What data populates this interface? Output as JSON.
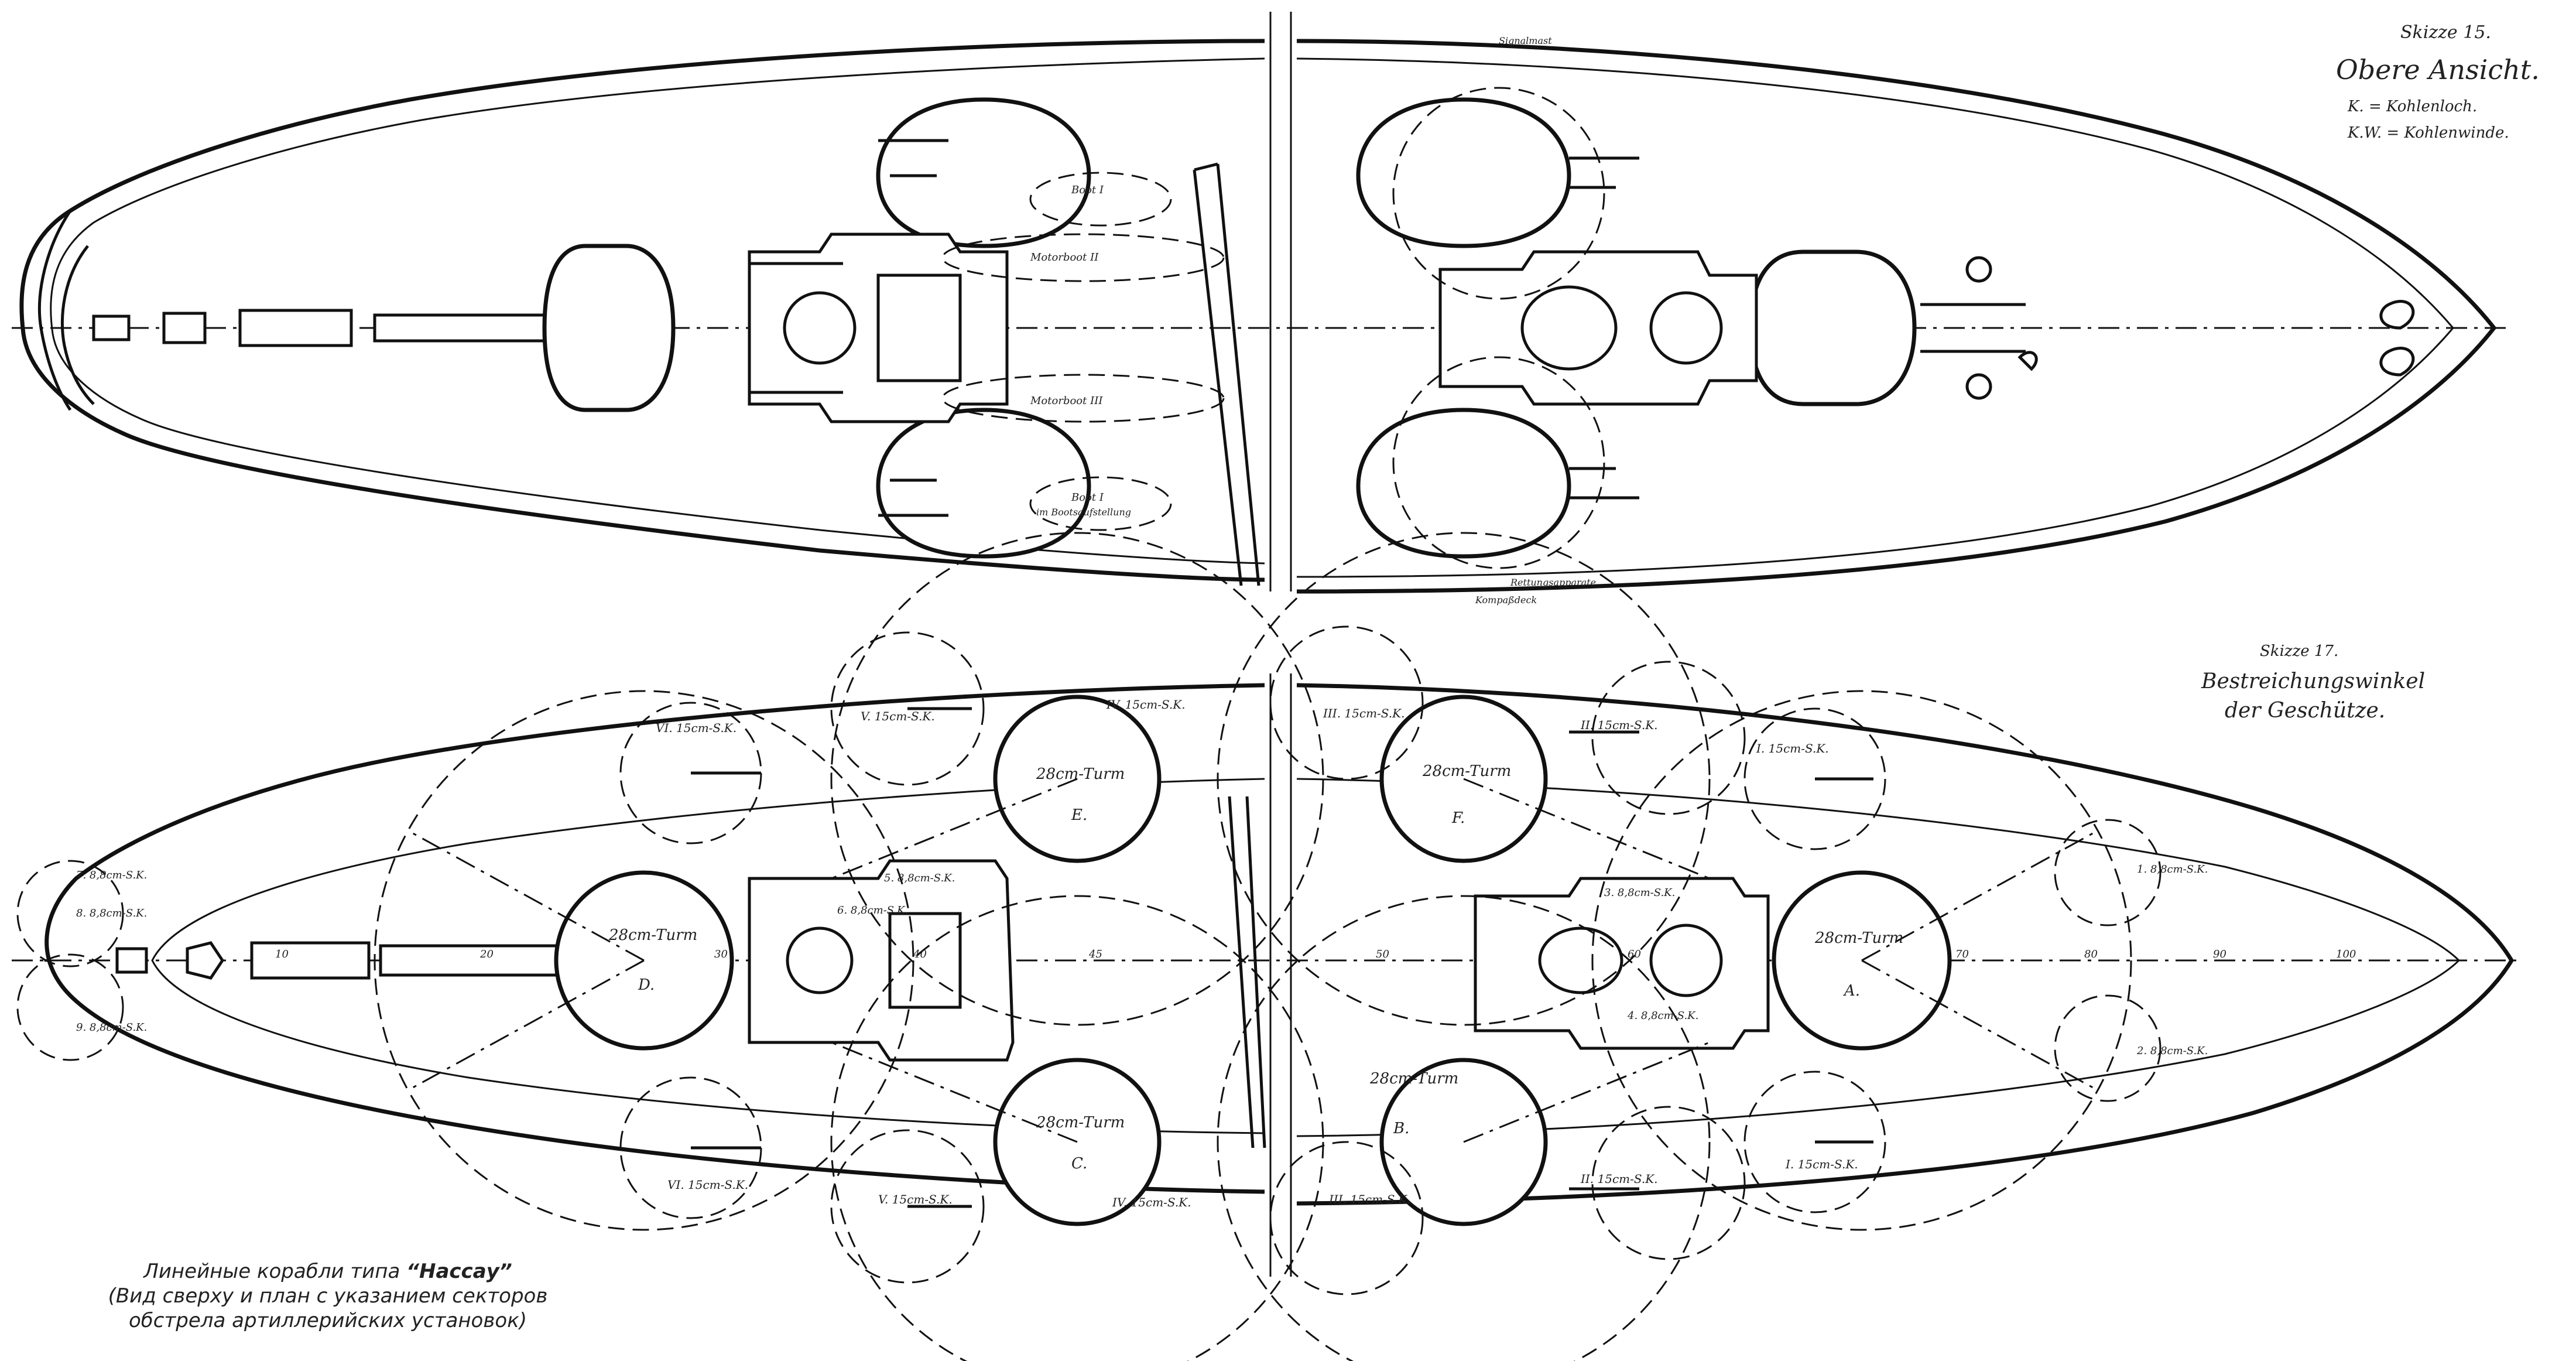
{
  "sheet_top": {
    "title_number": "Skizze 15.",
    "title": "Obere Ansicht.",
    "legend_1": "K. = Kohlenloch.",
    "legend_2": "K.W. = Kohlenwinde.",
    "labels": [
      "Boot I",
      "Motorboot II",
      "Motorboot III",
      "Boot I",
      "im Bootsaufstellung",
      "Rettungsapparate",
      "Signalmast",
      "Kompaßdeck"
    ]
  },
  "sheet_bottom": {
    "title_number": "Skizze 17.",
    "title_line1": "Bestreichungswinkel",
    "title_line2": "der Geschütze.",
    "turrets": [
      "28cm-Turm",
      "28cm-Turm",
      "28cm-Turm",
      "28cm-Turm",
      "28cm-Turm",
      "28cm-Turm"
    ],
    "turret_letters": [
      "A.",
      "B.",
      "C.",
      "D.",
      "E.",
      "F."
    ],
    "guns_15cm": [
      "I. 15cm-S.K.",
      "II. 15cm-S.K.",
      "III. 15cm-S.K.",
      "IV. 15cm-S.K.",
      "V. 15cm-S.K.",
      "VI. 15cm-S.K.",
      "I. 15cm-S.K.",
      "II. 15cm-S.K.",
      "III. 15cm-S.K.",
      "IV. 15cm-S.K.",
      "V. 15cm-S.K.",
      "VI. 15cm-S.K."
    ],
    "guns_88": [
      "1. 8,8cm-S.K.",
      "2. 8,8cm-S.K.",
      "3. 8,8cm-S.K.",
      "4. 8,8cm-S.K.",
      "5. 8,8cm-S.K.",
      "6. 8,8cm-S.K.",
      "7. 8,8cm-S.K.",
      "8. 8,8cm-S.K.",
      "9. 8,8cm-S.K."
    ],
    "frame_marks": [
      "10",
      "20",
      "30",
      "40",
      "45",
      "50",
      "60",
      "70",
      "80",
      "90",
      "100"
    ]
  },
  "caption": {
    "line1_prefix": "Линейные корабли типа ",
    "line1_name": "“Нассау”",
    "line2": "(Вид сверху и план с указанием секторов",
    "line3": "обстрела артиллерийских установок)"
  }
}
